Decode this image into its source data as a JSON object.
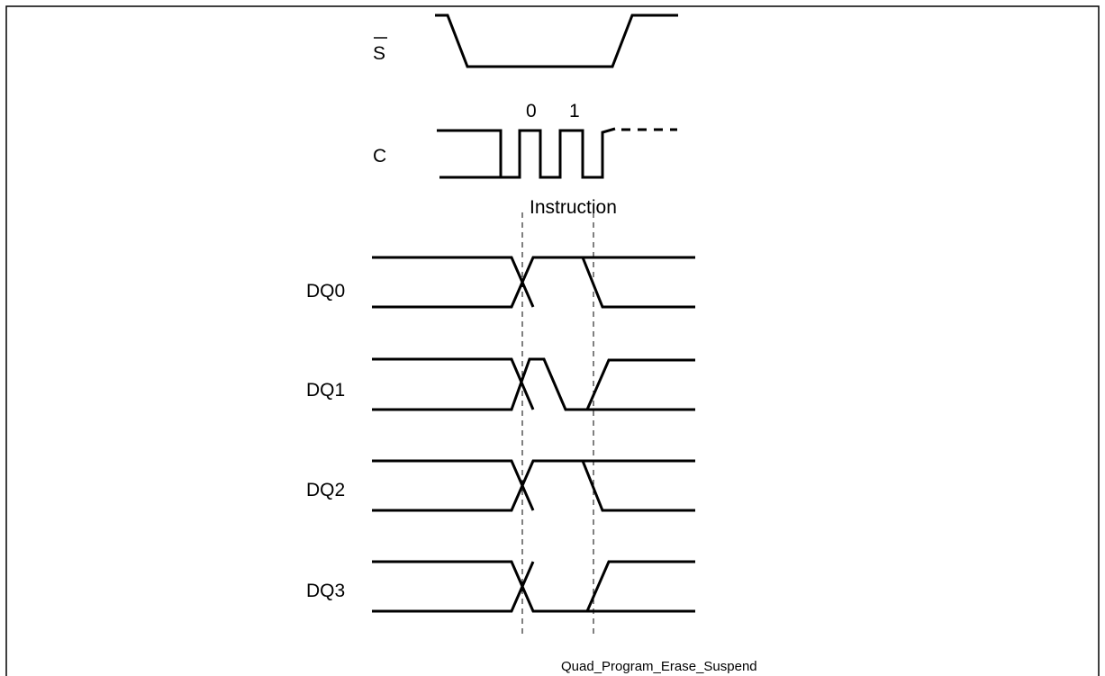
{
  "signals": {
    "s": "S",
    "c": "C",
    "dq0": "DQ0",
    "dq1": "DQ1",
    "dq2": "DQ2",
    "dq3": "DQ3"
  },
  "clock_labels": [
    "0",
    "1"
  ],
  "instruction_label": "Instruction",
  "caption": "Quad_Program_Erase_Suspend"
}
